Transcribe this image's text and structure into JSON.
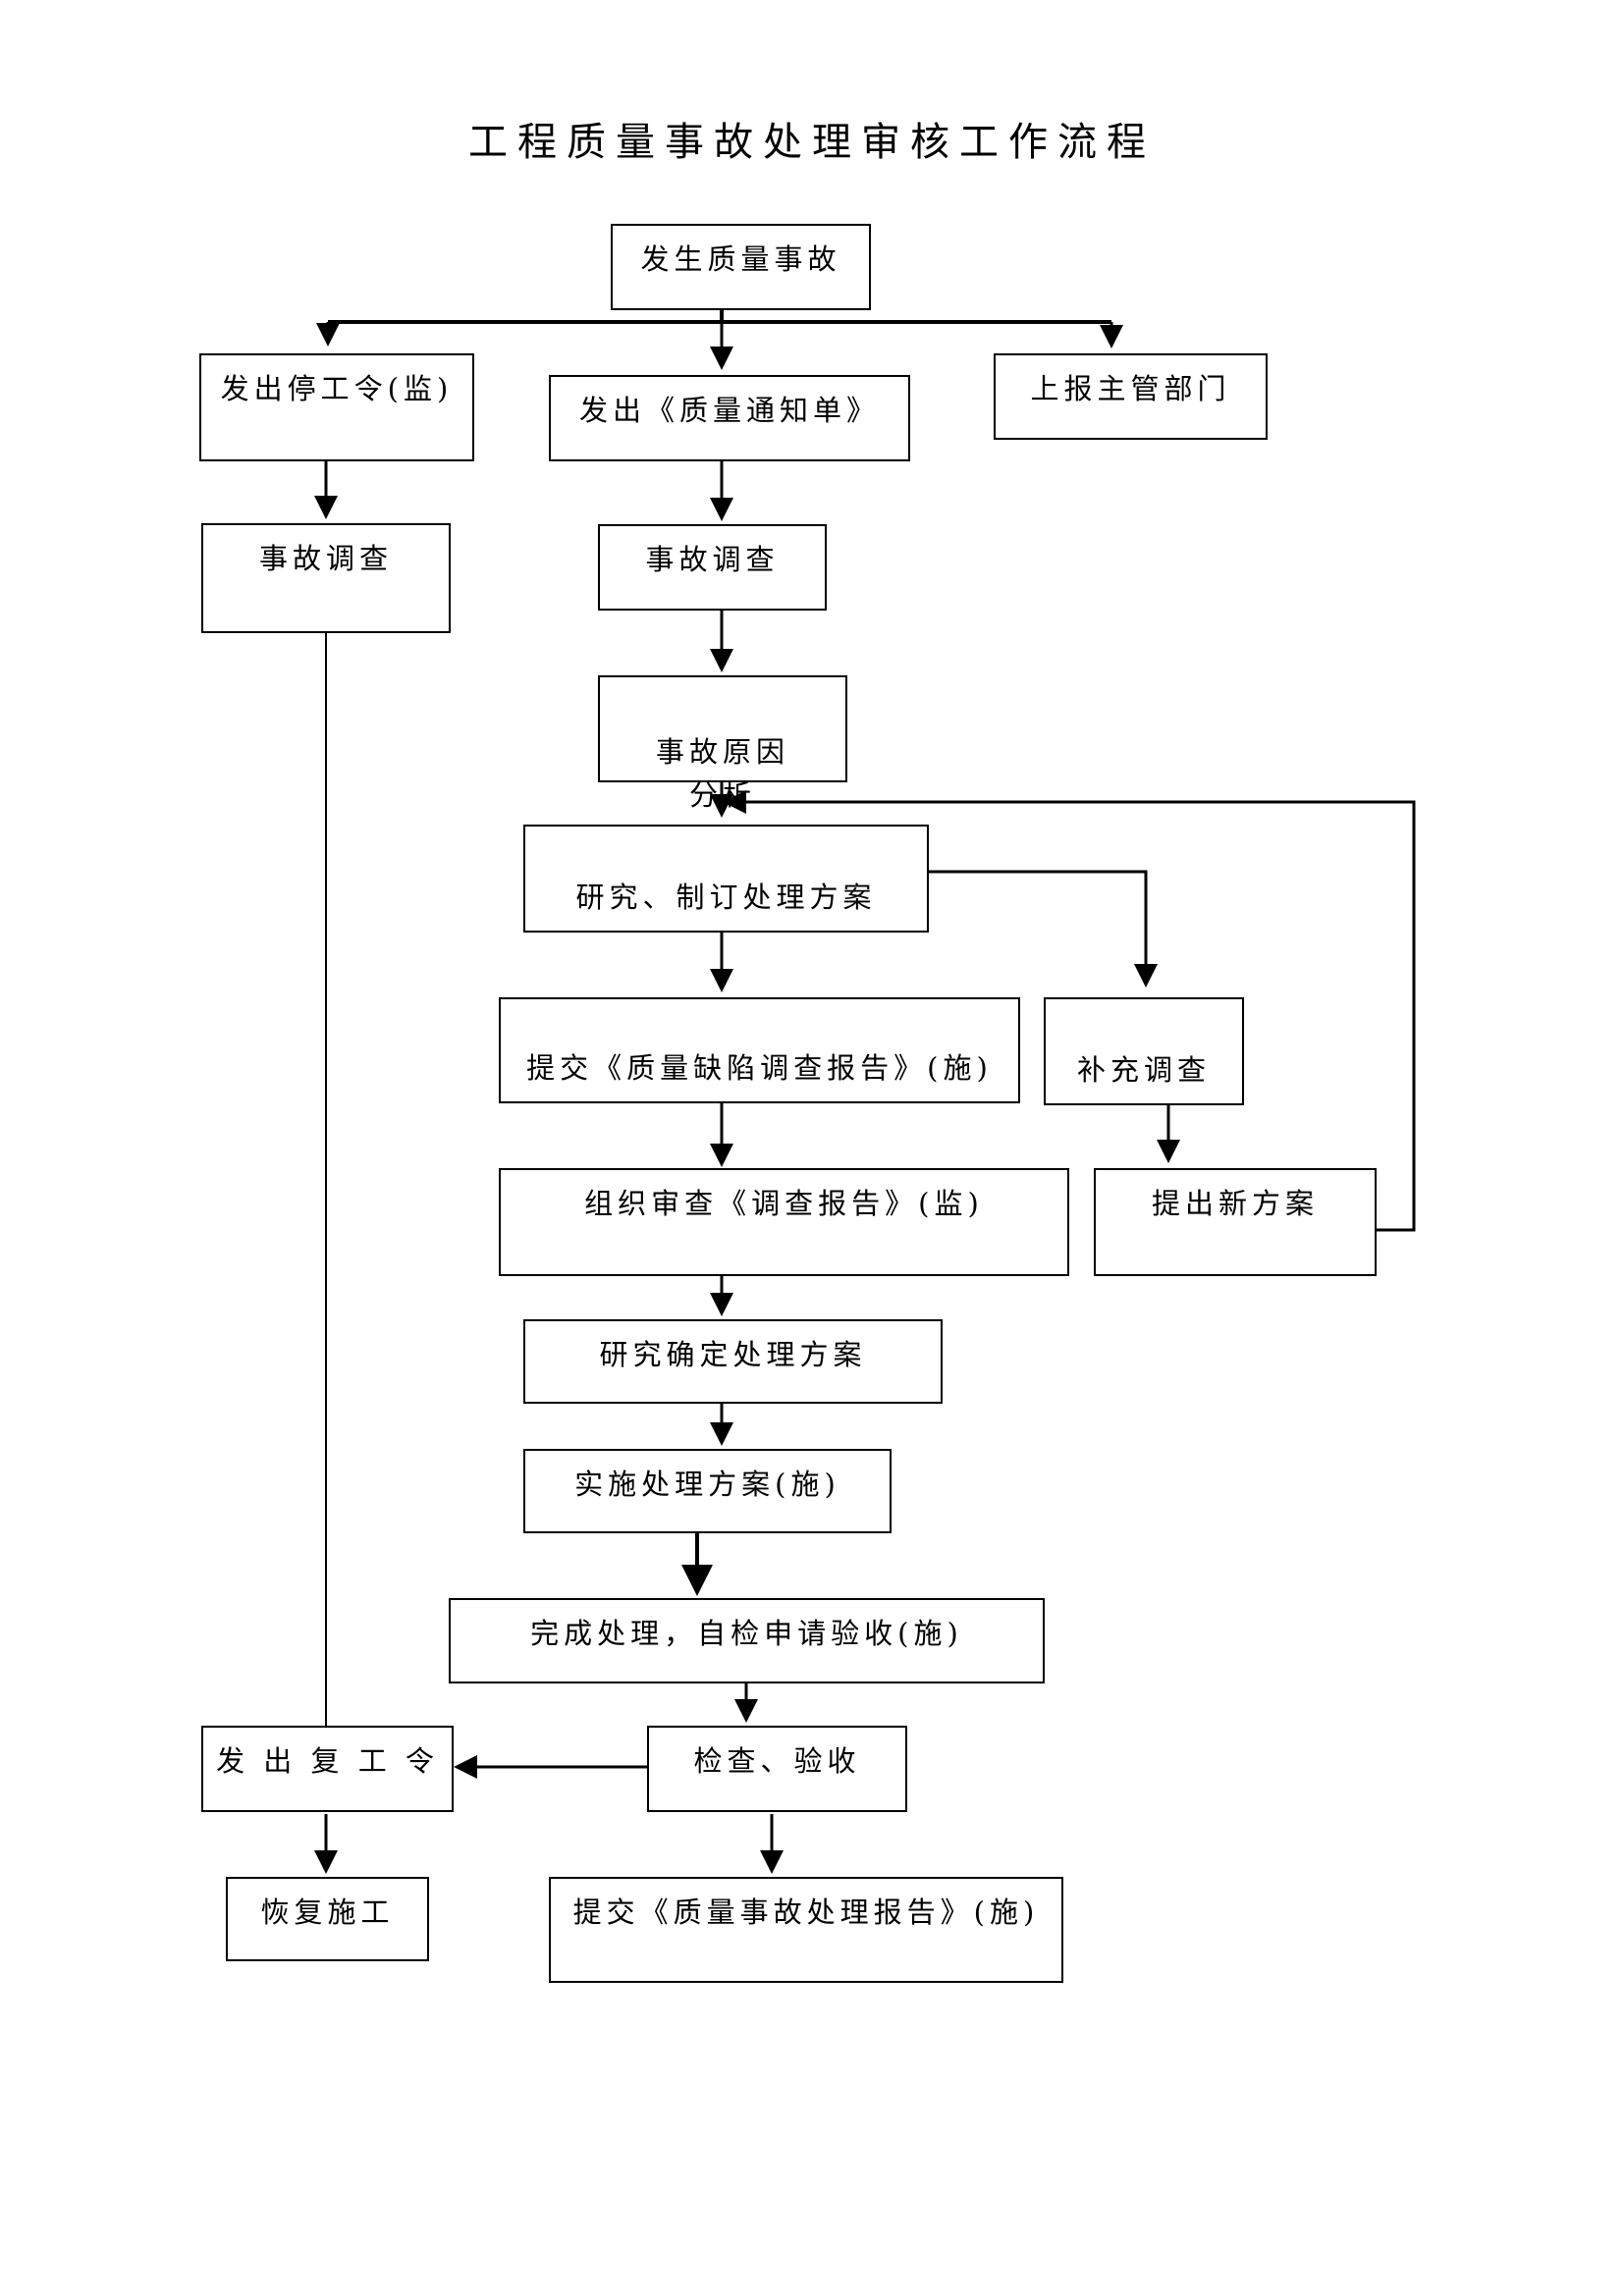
{
  "title": "工程质量事故处理审核工作流程",
  "nodes": {
    "start": "发生质量事故",
    "stop_order": "发出停工令(监)",
    "quality_notice": "发出《质量通知单》",
    "report_dept": "上报主管部门",
    "investigate_left": "事故调查",
    "investigate_center": "事故调查",
    "cause_analysis": "事故原因\n分析",
    "draft_plan": "研究、制订处理方案",
    "submit_defect_report": "提交《质量缺陷调查报告》(施)",
    "supplement_investigation": "补充调查",
    "review_report": "组织审查《调查报告》(监)",
    "new_plan": "提出新方案",
    "confirm_plan": "研究确定处理方案",
    "implement_plan": "实施处理方案(施)",
    "complete_self_check": "完成处理，自检申请验收(施)",
    "inspect_accept": "检查、验收",
    "resume_order": "发 出 复 工 令",
    "resume_construction": "恢复施工",
    "submit_accident_report": "提交《质量事故处理报告》(施)"
  }
}
